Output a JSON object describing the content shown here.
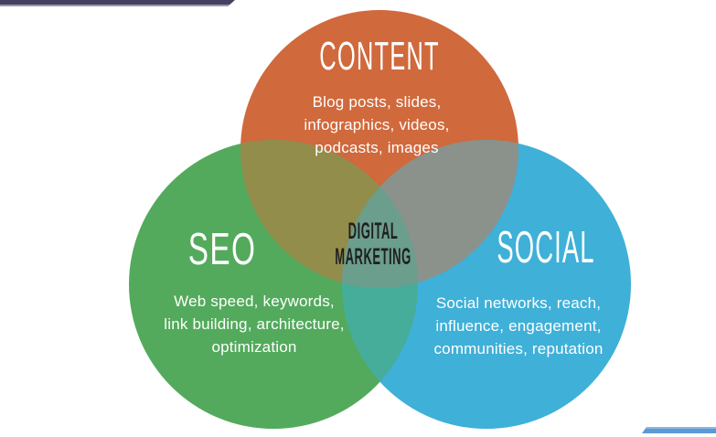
{
  "page": {
    "background": "#FFFFFF"
  },
  "decorations": {
    "top_bar_color": "#454061",
    "top_bar_edge_color": "#9B97B1",
    "bottom_bar_color": "#5B9BD5",
    "bottom_bar_edge_color": "#8CB8E2"
  },
  "venn": {
    "colors": {
      "content": "#D0693C",
      "seo": "#53AA5C",
      "social": "#3FB0D8",
      "content_seo_overlap": "#938D4C",
      "content_social_overlap": "#8B928B",
      "seo_social_overlap": "#46AD9A",
      "center_overlap": "#6B9E8C"
    },
    "center": {
      "line1": "DIGITAL",
      "line2": "MARKETING",
      "text_color": "#1F1F1F"
    },
    "content": {
      "title": "CONTENT",
      "lines": [
        "Blog posts, slides,",
        "infographics, videos,",
        "podcasts, images"
      ]
    },
    "seo": {
      "title": "SEO",
      "lines": [
        "Web speed, keywords,",
        "link building, architecture,",
        "optimization"
      ]
    },
    "social": {
      "title": "SOCIAL",
      "lines": [
        "Social networks, reach,",
        "influence, engagement,",
        "communities, reputation"
      ]
    }
  }
}
